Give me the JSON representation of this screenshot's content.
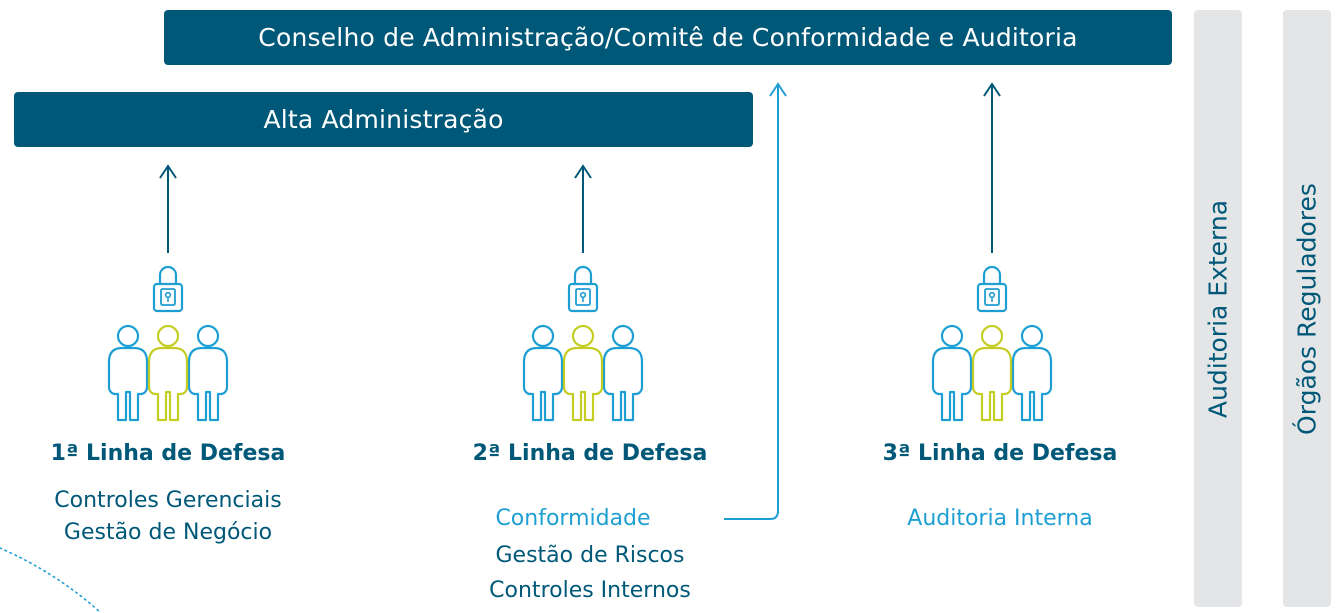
{
  "boxes": {
    "board": "Conselho de Administração/Comitê de Conformidade e Auditoria",
    "senior_mgmt": "Alta Administração"
  },
  "side_panels": {
    "external_audit": "Auditoria Externa",
    "regulators": "Órgãos Reguladores"
  },
  "lines": [
    {
      "title": "1ª Linha de Defesa",
      "items": [
        "Controles Gerenciais",
        "Gestão de Negócio"
      ]
    },
    {
      "title": "2ª Linha de Defesa",
      "items": [
        "Conformidade",
        "Gestão de Riscos",
        "Controles Internos"
      ]
    },
    {
      "title": "3ª Linha de Defesa",
      "items": [
        "Auditoria Interna"
      ]
    }
  ],
  "colors": {
    "navy": "#005878",
    "light_blue": "#1e9fd3",
    "lime": "#c4cd22",
    "panel_gray": "#e4e5e7"
  },
  "icons": [
    "lock-icon",
    "people-group-icon",
    "arrow-up-icon"
  ]
}
